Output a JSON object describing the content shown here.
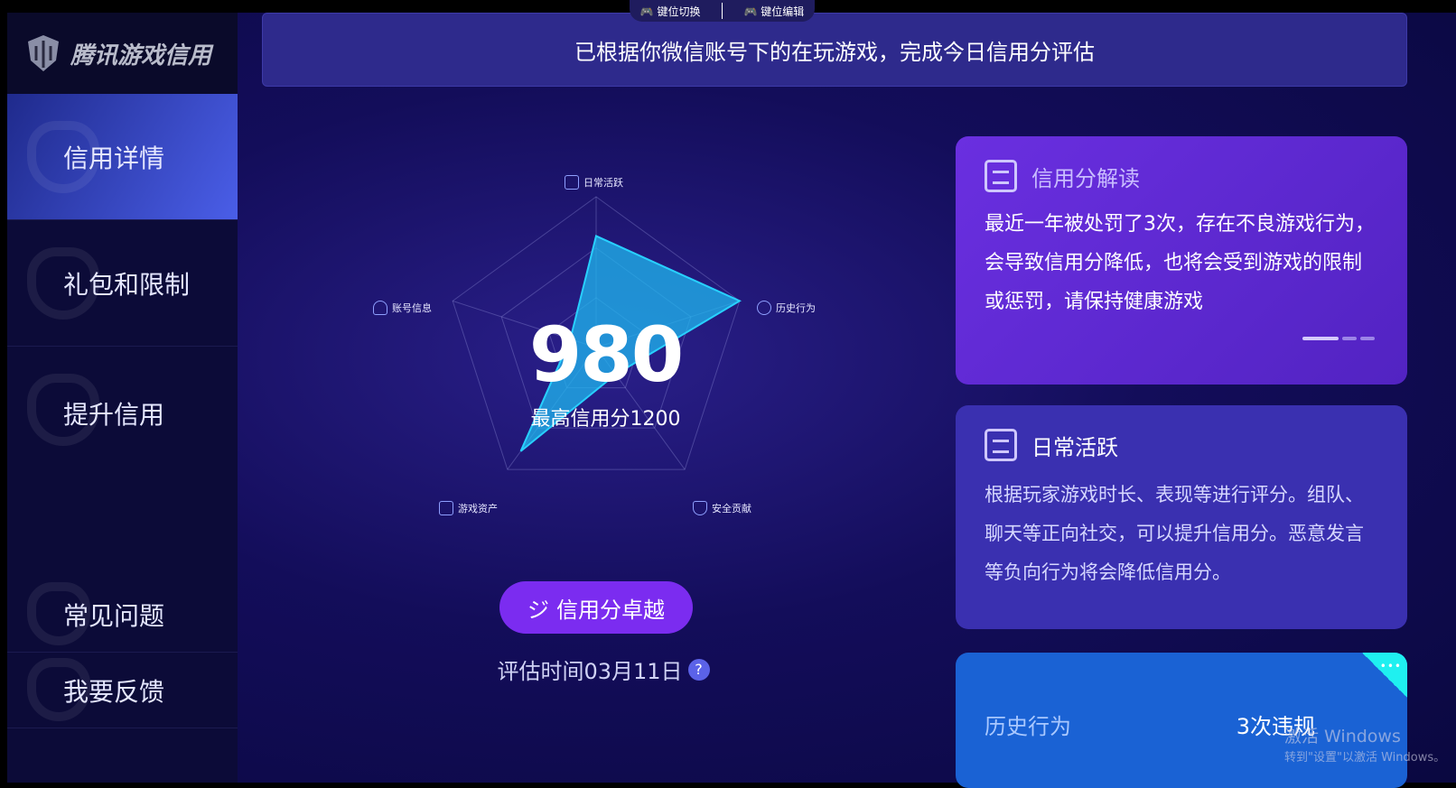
{
  "app": {
    "logo_text": "腾讯游戏信用"
  },
  "sidebar": {
    "items": [
      {
        "label": "信用详情",
        "active": true
      },
      {
        "label": "礼包和限制"
      },
      {
        "label": "提升信用"
      },
      {
        "label": "常见问题"
      },
      {
        "label": "我要反馈"
      }
    ]
  },
  "key_toolbar": {
    "switch": "键位切换",
    "edit": "键位编辑"
  },
  "banner": "已根据你微信账号下的在玩游戏，完成今日信用分评估",
  "score": {
    "value": "980",
    "max_label": "最高信用分1200"
  },
  "chart_data": {
    "type": "radar",
    "axes": [
      "日常活跃",
      "历史行为",
      "安全贡献",
      "游戏资产",
      "账号信息"
    ],
    "values": [
      0.74,
      1.0,
      0.22,
      0.85,
      0.18
    ],
    "range": [
      0,
      1
    ],
    "color": "#1fb8f0"
  },
  "grade_button": "信用分卓越",
  "eval_time": "评估时间03月11日",
  "help_icon": "?",
  "card1": {
    "title": "信用分解读",
    "text": "最近一年被处罚了3次，存在不良游戏行为，会导致信用分降低，也将会受到游戏的限制或惩罚，请保持健康游戏"
  },
  "card2": {
    "title": "日常活跃",
    "text": "根据玩家游戏时长、表现等进行评分。组队、聊天等正向社交，可以提升信用分。恶意发言等负向行为将会降低信用分。"
  },
  "card3": {
    "label": "历史行为",
    "value": "3次违规",
    "more": "•••"
  },
  "watermark": {
    "line1": "激活 Windows",
    "line2": "转到\"设置\"以激活 Windows。"
  }
}
